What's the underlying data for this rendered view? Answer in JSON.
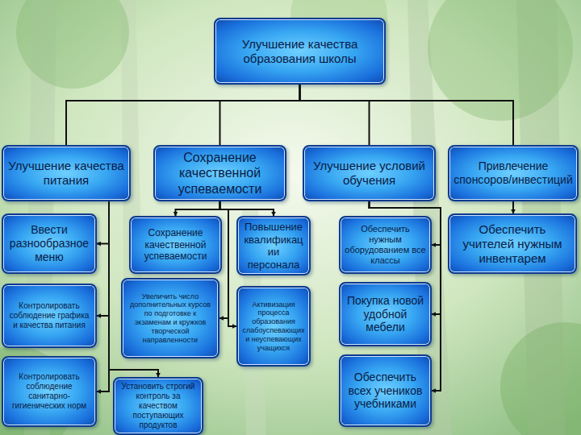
{
  "diagram": {
    "nodes": [
      {
        "text": [
          "Улучшение качества образования школы"
        ]
      },
      {
        "text": [
          "Улучшение качества питания"
        ]
      },
      {
        "text": [
          "Сохранение качественной успеваемости"
        ]
      },
      {
        "text": [
          "Улучшение условий обучения"
        ]
      },
      {
        "text": [
          "Привлечение спонсоров/инвестиций"
        ]
      },
      {
        "text": [
          "Ввести разнообразное меню"
        ]
      },
      {
        "text": [
          "Контролировать соблюдение графика и качества питания"
        ]
      },
      {
        "text": [
          "Контролировать соблюдение санитарно-гигиенических норм"
        ]
      },
      {
        "text": [
          "Сохранение качественной успеваемости"
        ]
      },
      {
        "text": [
          "Увеличить число дополнительных курсов по подготовке к экзаменам и кружков творческой направленности"
        ]
      },
      {
        "text": [
          "Установить строгий контроль за качеством поступающих продуктов"
        ]
      },
      {
        "text": [
          "Повышение квалификации персонала"
        ]
      },
      {
        "text": [
          "Активизация процесса образования слабоуспевающих и неуспевающих учащихся"
        ]
      },
      {
        "text": [
          "Обеспечить нужным оборудованием все классы"
        ]
      },
      {
        "text": [
          "Покупка новой удобной мебели"
        ]
      },
      {
        "text": [
          "Обеспечить всех учеников учебниками"
        ]
      },
      {
        "text": [
          "Обеспечить учителей нужным инвентарем"
        ]
      }
    ],
    "edges": [
      {
        "from": 0,
        "to": 1,
        "arrow": "none"
      },
      {
        "from": 0,
        "to": 2,
        "arrow": "none"
      },
      {
        "from": 0,
        "to": 3,
        "arrow": "none"
      },
      {
        "from": 0,
        "to": 4,
        "arrow": "none"
      },
      {
        "from": 1,
        "to": 5,
        "arrow": "to"
      },
      {
        "from": 1,
        "to": 6,
        "arrow": "to"
      },
      {
        "from": 1,
        "to": 7,
        "arrow": "to"
      },
      {
        "from": 1,
        "to": 10,
        "arrow": "to"
      },
      {
        "from": 2,
        "to": 8,
        "arrow": "to"
      },
      {
        "from": 2,
        "to": 9,
        "arrow": "to"
      },
      {
        "from": 2,
        "to": 11,
        "arrow": "to"
      },
      {
        "from": 2,
        "to": 12,
        "arrow": "to"
      },
      {
        "from": 3,
        "to": 13,
        "arrow": "to"
      },
      {
        "from": 3,
        "to": 14,
        "arrow": "to"
      },
      {
        "from": 3,
        "to": 15,
        "arrow": "to"
      },
      {
        "from": 4,
        "to": 16,
        "arrow": "to"
      }
    ]
  }
}
